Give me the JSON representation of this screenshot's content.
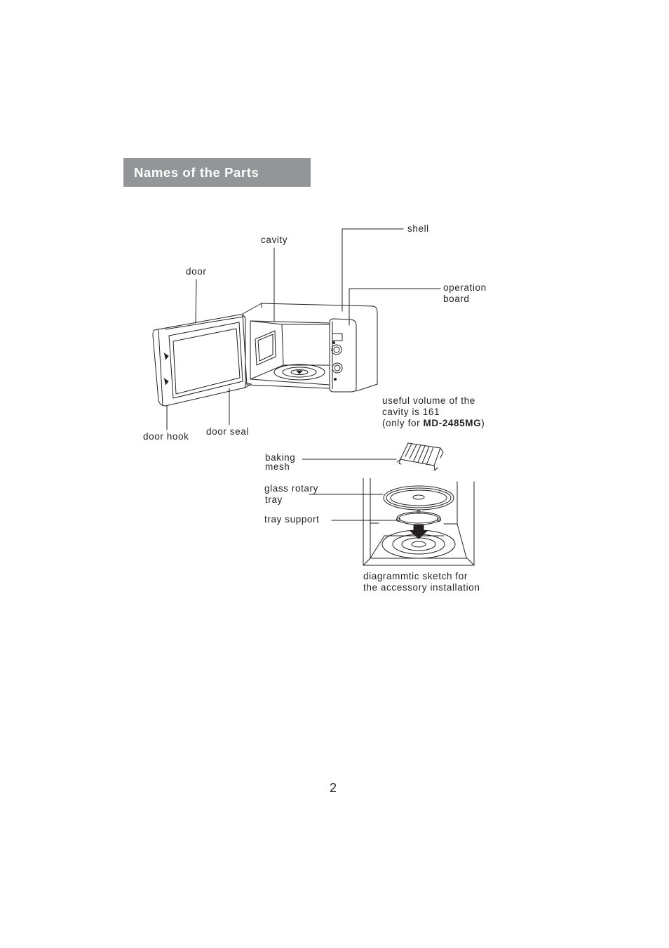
{
  "section": {
    "title": "Names of the Parts"
  },
  "labels": {
    "shell": "shell",
    "cavity": "cavity",
    "door": "door",
    "operation_board_line1": "operation",
    "operation_board_line2": "board",
    "useful_volume_line1": "useful volume of the",
    "useful_volume_line2": "cavity is 161",
    "useful_volume_line3_prefix": "(only for ",
    "useful_volume_model": "MD-2485MG",
    "useful_volume_line3_suffix": ")",
    "door_hook": "door hook",
    "door_seal": "door seal",
    "baking_mesh_line1": "baking",
    "baking_mesh_line2": "mesh",
    "glass_rotary_tray_line1": "glass rotary",
    "glass_rotary_tray_line2": "tray",
    "tray_support": "tray support",
    "sketch_caption_line1": "diagrammtic sketch for",
    "sketch_caption_line2": "the accessory installation"
  },
  "page_number": "2",
  "colors": {
    "title_bar": "#939598",
    "ink": "#231f20"
  }
}
